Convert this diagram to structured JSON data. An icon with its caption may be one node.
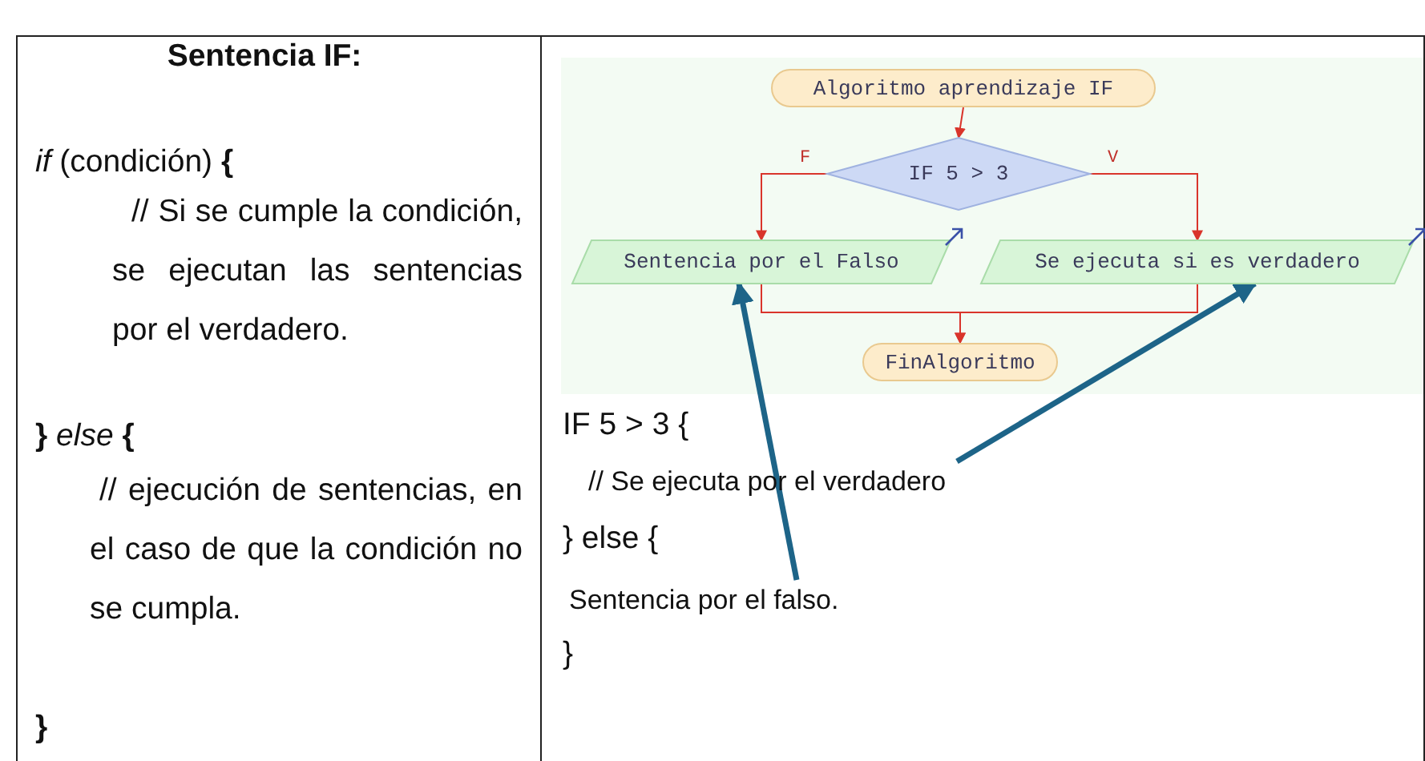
{
  "diagram": {
    "title": "Sentencia IF:",
    "nodes": [
      {
        "text": [
          "Algoritmo aprendizaje IF"
        ]
      },
      {
        "text": [
          "IF 5 > 3"
        ]
      },
      {
        "text": [
          "Sentencia por el Falso"
        ]
      },
      {
        "text": [
          "Se ejecuta si es verdadero"
        ]
      },
      {
        "text": [
          "FinAlgoritmo"
        ]
      },
      {
        "text": [
          "Sentencia por el falso."
        ]
      },
      {
        "text": [
          "// Se ejecuta por el verdadero"
        ]
      }
    ],
    "edges": [
      {
        "from": 0,
        "to": 1,
        "arrow": "to"
      },
      {
        "from": 1,
        "to": 2,
        "arrow": "to",
        "label": "F"
      },
      {
        "from": 1,
        "to": 3,
        "arrow": "to",
        "label": "V"
      },
      {
        "from": 2,
        "to": 4,
        "arrow": "to"
      },
      {
        "from": 3,
        "to": 4,
        "arrow": "to"
      },
      {
        "from": 5,
        "to": 2,
        "arrow": "to",
        "style": "thick",
        "color": "#1d6488"
      },
      {
        "from": 6,
        "to": 3,
        "arrow": "to",
        "style": "thick",
        "color": "#1d6488"
      }
    ],
    "labels": [
      "*if* (condición) **{**",
      "// Si se cumple la condición, se ejecutan las sentencias por el verdadero.",
      "**}** *else* **{**",
      "// ejecución de sentencias, en el caso de que la condición no se cumpla.",
      "}",
      "IF 5 > 3 {",
      "} else {",
      "}"
    ]
  }
}
